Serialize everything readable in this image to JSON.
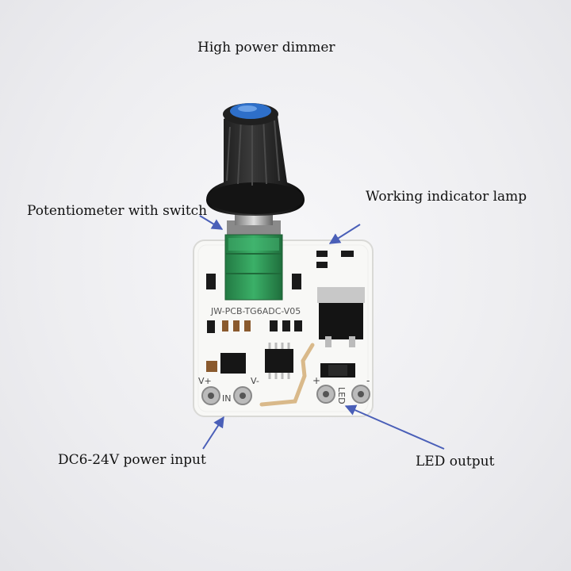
{
  "labels": {
    "title": "High power dimmer",
    "potentiometer": "Potentiometer with switch",
    "indicator": "Working indicator lamp",
    "power_input": "DC6-24V power input",
    "led_output": "LED output"
  },
  "pcb": {
    "model": "JW-PCB-TG6ADC-V05",
    "vplus": "V+",
    "vminus": "V-",
    "in": "IN",
    "plus": "+",
    "minus": "-",
    "led": "LED"
  },
  "colors": {
    "arrow": "#4a5fb8",
    "board": "#f8f8f6",
    "knob": "#1c1c1c",
    "knob_cap": "#2e6fc9",
    "pot_body": "#2f9d57"
  }
}
